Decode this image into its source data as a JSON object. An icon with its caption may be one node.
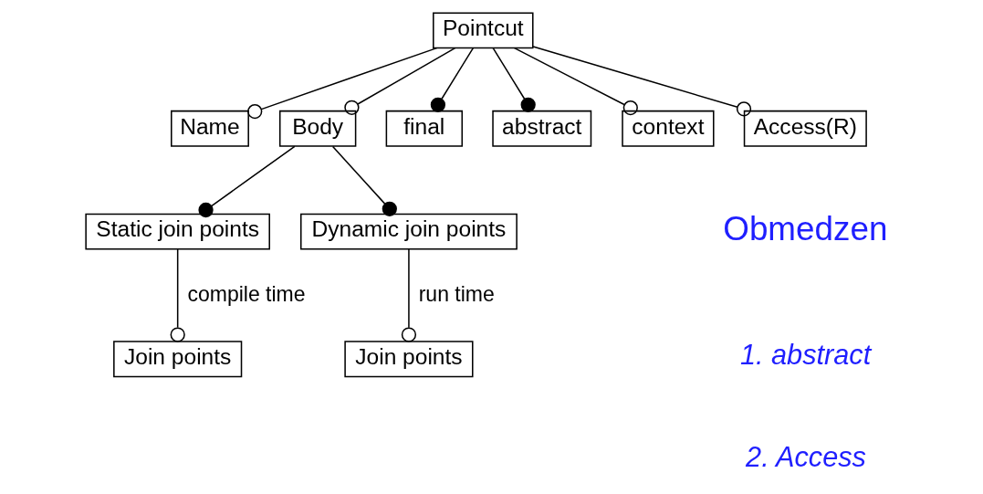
{
  "diagram": {
    "nodes": [
      {
        "text": [
          "Pointcut"
        ]
      },
      {
        "text": [
          "Name"
        ]
      },
      {
        "text": [
          "Body"
        ]
      },
      {
        "text": [
          "final"
        ]
      },
      {
        "text": [
          "abstract"
        ]
      },
      {
        "text": [
          "context"
        ]
      },
      {
        "text": [
          "Access(R)"
        ]
      },
      {
        "text": [
          "Static join points"
        ]
      },
      {
        "text": [
          "Dynamic join points"
        ]
      },
      {
        "text": [
          "Join points"
        ]
      },
      {
        "text": [
          "Join points"
        ]
      }
    ],
    "edges": [
      {
        "from": 0,
        "to": 1,
        "arrow": "other"
      },
      {
        "from": 0,
        "to": 2,
        "arrow": "other"
      },
      {
        "from": 0,
        "to": 3,
        "arrow": "other"
      },
      {
        "from": 0,
        "to": 4,
        "arrow": "other"
      },
      {
        "from": 0,
        "to": 5,
        "arrow": "other"
      },
      {
        "from": 0,
        "to": 6,
        "arrow": "other"
      },
      {
        "from": 2,
        "to": 7,
        "arrow": "other"
      },
      {
        "from": 2,
        "to": 8,
        "arrow": "other"
      },
      {
        "from": 7,
        "to": 9,
        "arrow": "other",
        "label": "compile time"
      },
      {
        "from": 8,
        "to": 10,
        "arrow": "other",
        "label": "run time"
      }
    ],
    "labels": [
      "Obmedzen",
      "1. abstract",
      "2. Access"
    ]
  }
}
